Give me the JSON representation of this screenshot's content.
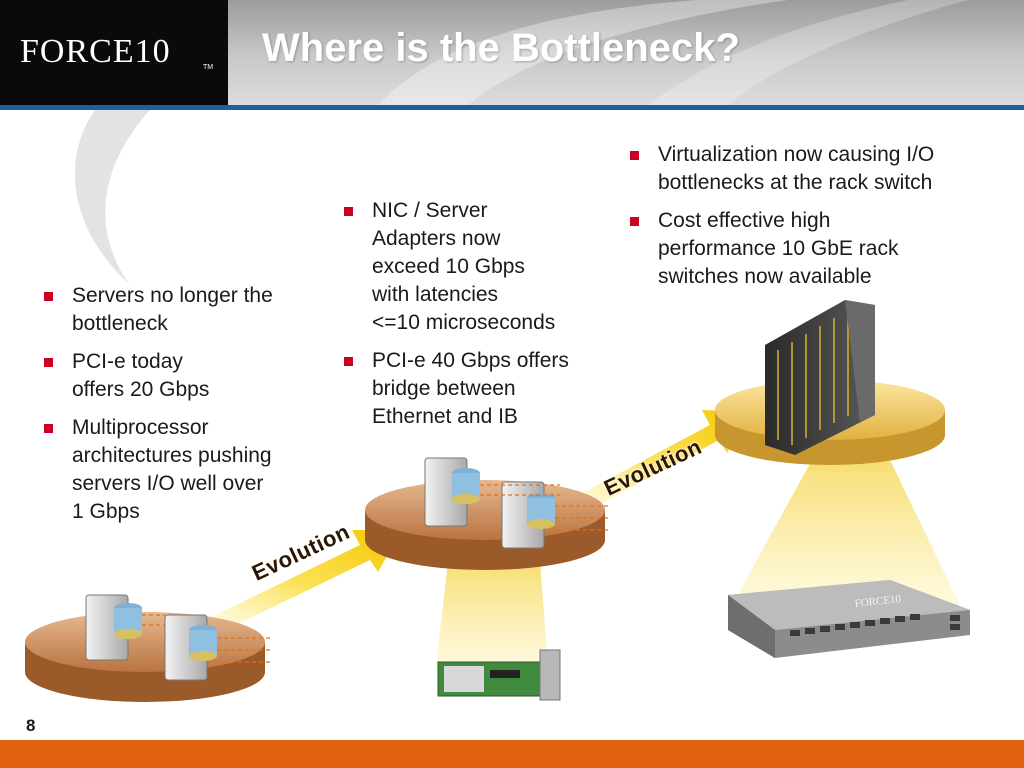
{
  "header": {
    "logo_text": "FORCE10",
    "logo_tm": "TM",
    "title": "Where is the Bottleneck?"
  },
  "columns": {
    "left": {
      "bullets": [
        "Servers no longer the\nbottleneck",
        "PCI-e today\noffers 20 Gbps",
        "Multiprocessor\narchitectures pushing\nservers I/O well over\n1 Gbps"
      ]
    },
    "middle": {
      "bullets": [
        "NIC / Server\nAdapters now\nexceed 10 Gbps\nwith latencies\n<=10 microseconds",
        "PCI-e 40 Gbps offers\nbridge between\nEthernet and IB"
      ]
    },
    "right": {
      "bullets": [
        "Virtualization now causing I/O\nbottlenecks at the rack switch",
        "Cost effective high\nperformance 10 GbE rack\nswitches now available"
      ]
    }
  },
  "diagram": {
    "arrow_label_1": "Evolution",
    "arrow_label_2": "Evolution",
    "switch_brand": "FORCE10"
  },
  "footer": {
    "page_number": "8"
  },
  "colors": {
    "logo_bg": "#0a0a0a",
    "rule_blue": "#1e5fa0",
    "footer_orange": "#e06010",
    "bullet_red": "#cc0022",
    "arrow_yellow": "#f5d020",
    "platform_tan": "#c98a55"
  }
}
